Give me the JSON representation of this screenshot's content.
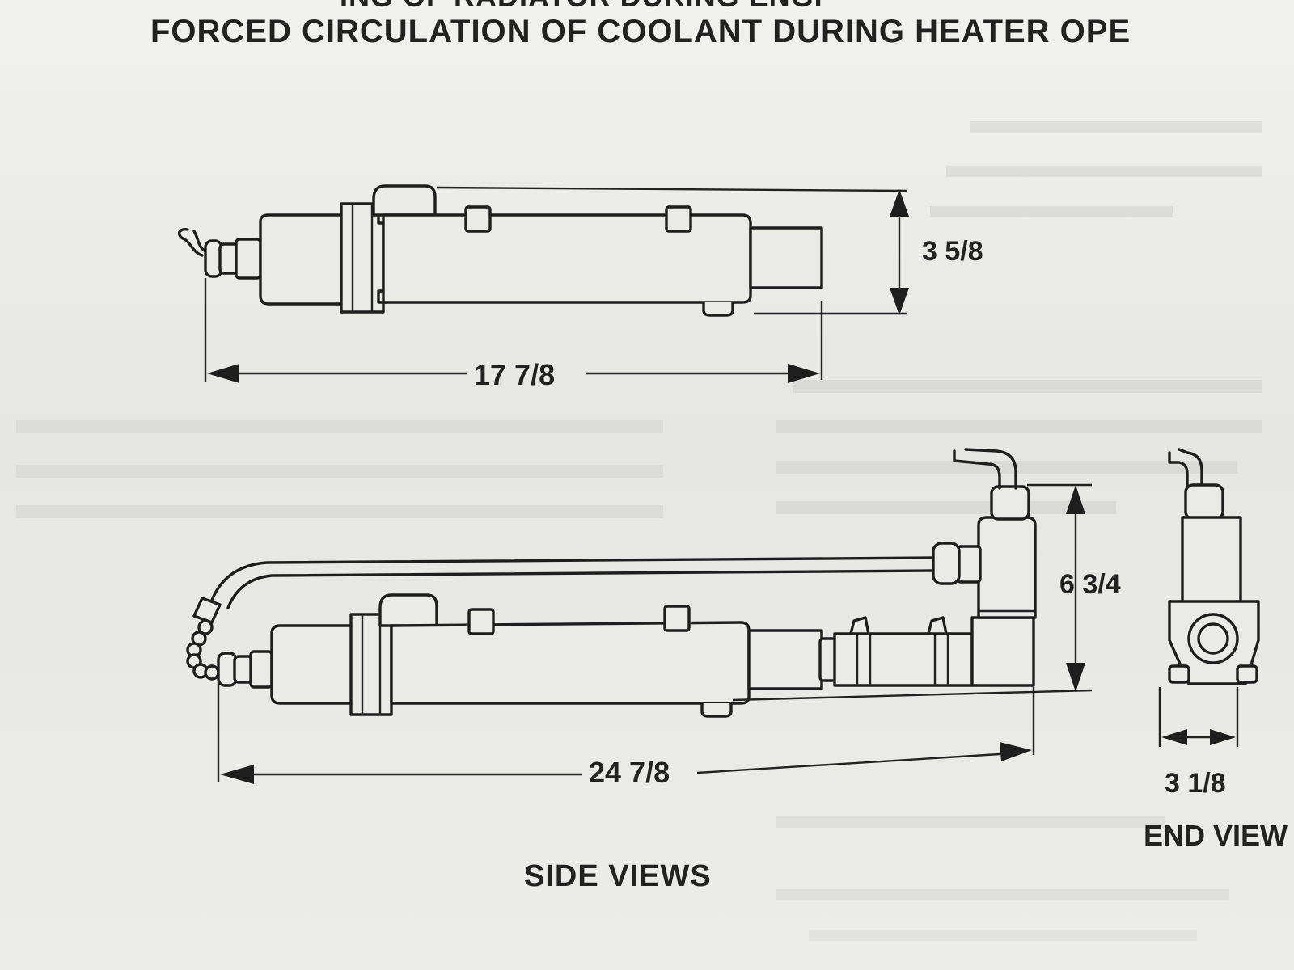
{
  "header": {
    "line1": "ING OF RADIATOR DURING ENGI",
    "line2": "FORCED CIRCULATION OF COOLANT DURING HEATER OPE"
  },
  "dimensions": {
    "top_height": "3 5/8",
    "top_length": "17 7/8",
    "bottom_height": "6 3/4",
    "bottom_length": "24 7/8",
    "end_width": "3 1/8"
  },
  "captions": {
    "side": "SIDE VIEWS",
    "end": "END VIEW"
  },
  "colors": {
    "ink": "#1e1e1e",
    "paper": "#ececea"
  }
}
